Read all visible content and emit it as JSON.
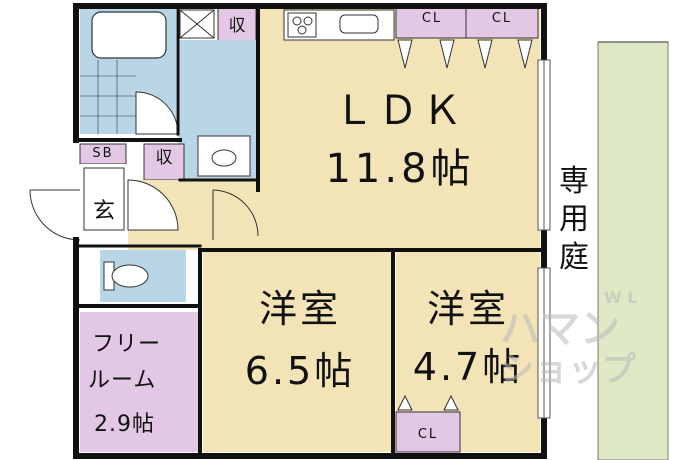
{
  "rooms": {
    "ldk": {
      "name": "ＬＤＫ",
      "size": "11.8帖"
    },
    "western1": {
      "name": "洋室",
      "size": "6.5帖"
    },
    "western2": {
      "name": "洋室",
      "size": "4.7帖"
    },
    "free_room": {
      "line1": "フリー",
      "line2": "ルーム",
      "size": "2.9帖"
    },
    "garden": {
      "line1": "専",
      "line2": "用",
      "line3": "庭"
    },
    "entrance": "玄"
  },
  "storage": {
    "cl_top_left": "CL",
    "cl_top_right": "CL",
    "cl_bottom": "CL",
    "sb": "SB",
    "shu_top": "収",
    "shu_mid": "収"
  },
  "watermark": {
    "line1": "ハマン",
    "line2": "ショップ",
    "sub": "W L"
  },
  "colors": {
    "ldk": "#f3e4b7",
    "western": "#f3e4b7",
    "free_room": "#e2c8e4",
    "storage": "#e2c8e4",
    "wet": "#b9d6e6",
    "hall": "#f3e4b7",
    "garden": "#dfe9c6",
    "wall": "#111111"
  }
}
